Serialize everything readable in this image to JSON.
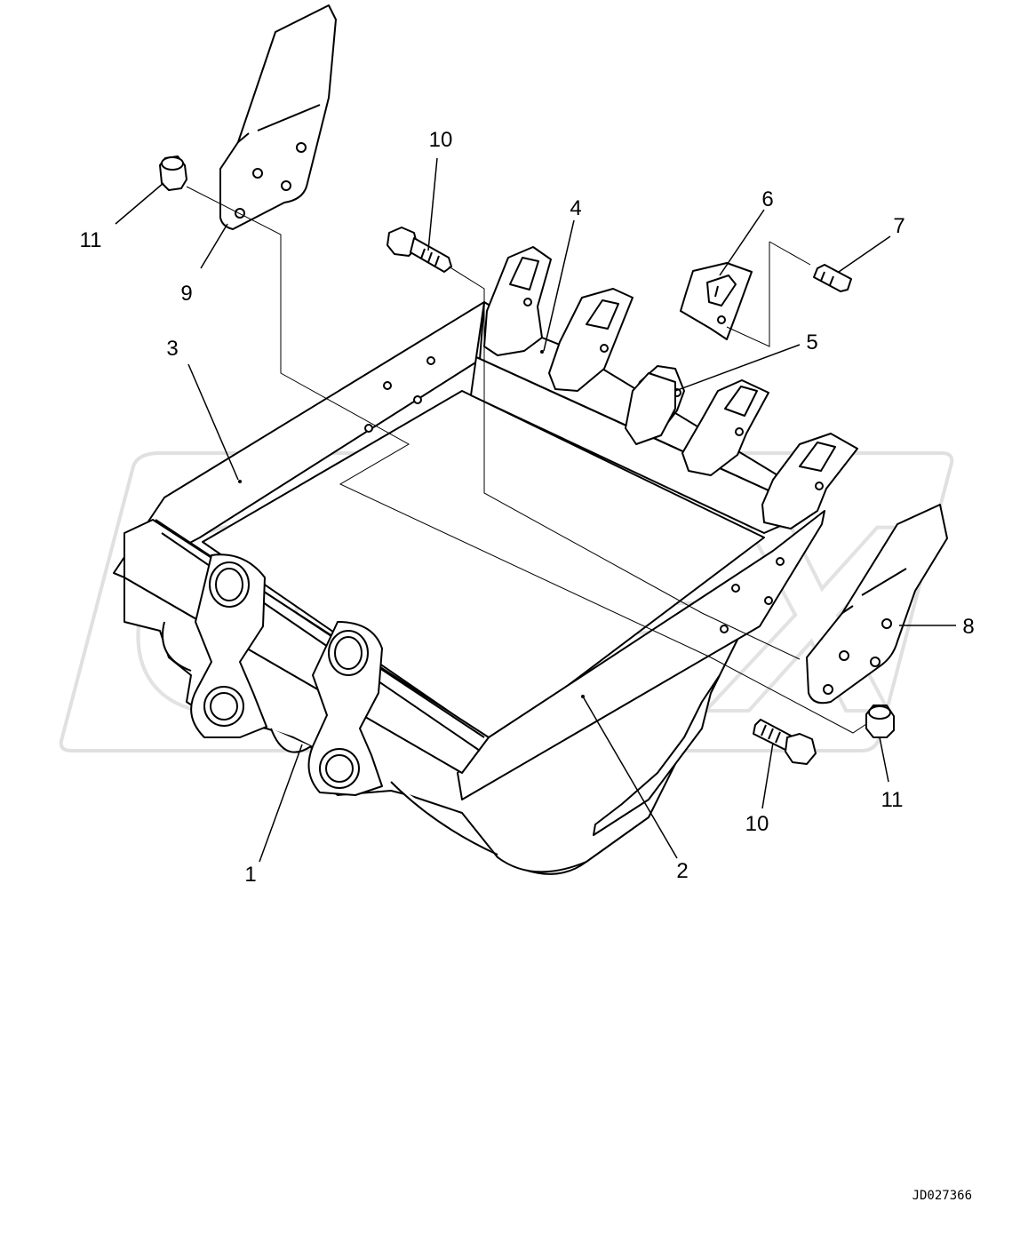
{
  "watermark": {
    "text": "OPEX"
  },
  "callouts": [
    {
      "id": "c1",
      "text": "1"
    },
    {
      "id": "c2",
      "text": "2"
    },
    {
      "id": "c3",
      "text": "3"
    },
    {
      "id": "c4",
      "text": "4"
    },
    {
      "id": "c5",
      "text": "5"
    },
    {
      "id": "c6",
      "text": "6"
    },
    {
      "id": "c7",
      "text": "7"
    },
    {
      "id": "c8",
      "text": "8"
    },
    {
      "id": "c9",
      "text": "9"
    },
    {
      "id": "c10a",
      "text": "10"
    },
    {
      "id": "c10b",
      "text": "10"
    },
    {
      "id": "c11a",
      "text": "11"
    },
    {
      "id": "c11b",
      "text": "11"
    }
  ],
  "drawing_code": "JD027366"
}
